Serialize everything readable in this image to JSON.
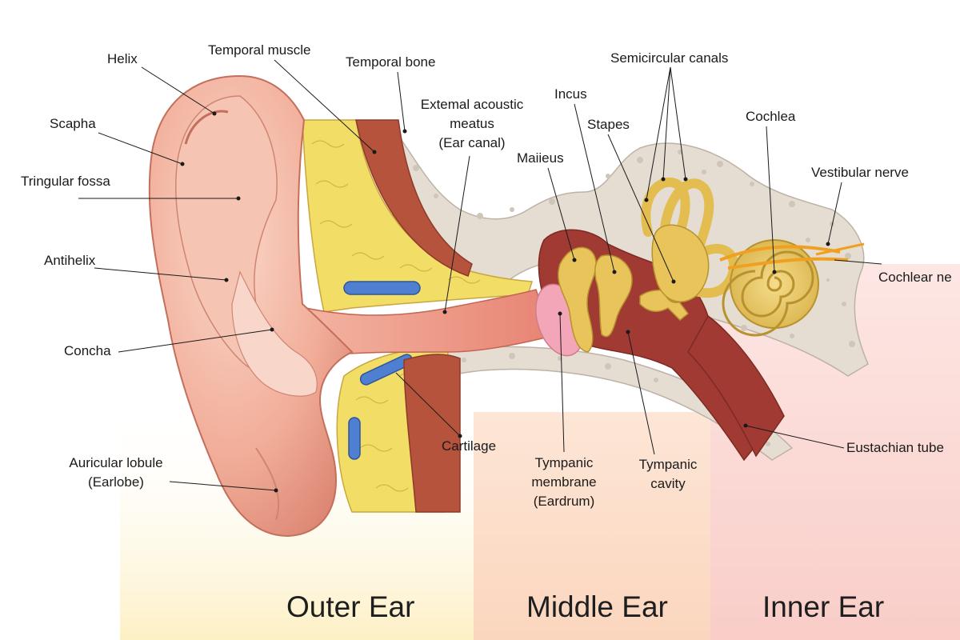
{
  "labels": {
    "helix": "Helix",
    "temporal_muscle": "Temporal muscle",
    "temporal_bone": "Temporal bone",
    "external_meatus": [
      "Extemal acoustic",
      "meatus",
      "(Ear canal)"
    ],
    "incus": "Incus",
    "semicircular_canals": "Semicircular canals",
    "stapes": "Stapes",
    "cochlea": "Cochlea",
    "scapha": "Scapha",
    "malleus": "Maiieus",
    "vestibular_nerve": "Vestibular nerve",
    "triangular_fossa": "Tringular fossa",
    "antihelix": "Antihelix",
    "cochlear_nerve": "Cochlear ne",
    "concha": "Concha",
    "cartilage": "Cartilage",
    "eustachian_tube": "Eustachian tube",
    "auricular_lobule": [
      "Auricular lobule",
      "(Earlobe)"
    ],
    "tympanic_membrane": [
      "Tympanic",
      "membrane",
      "(Eardrum)"
    ],
    "tympanic_cavity": [
      "Tympanic",
      "cavity"
    ]
  },
  "sections": {
    "outer": "Outer Ear",
    "middle": "Middle Ear",
    "inner": "Inner Ear"
  },
  "colors": {
    "outer_bg": "#fdf3cf",
    "middle_bg": "#fbdcc6",
    "inner_bg": "#fbd3cf",
    "skin": "#f2b3a0",
    "skin_dark": "#d98a78",
    "fat": "#f1dc62",
    "bone": "#e7e0d6",
    "muscle": "#b5533c",
    "ossicle": "#e8c45a",
    "cavity": "#a03a32",
    "cartilage_blue": "#4f7fd1"
  }
}
